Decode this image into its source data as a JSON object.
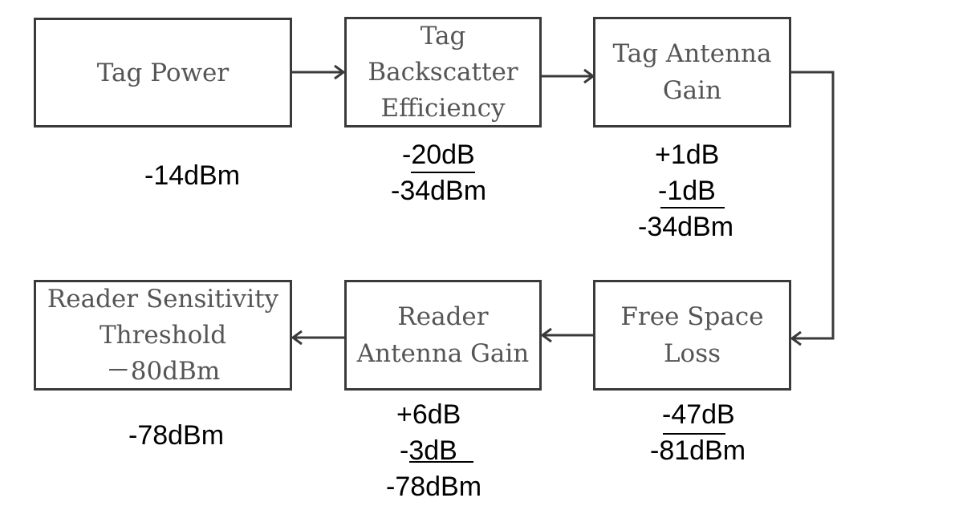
{
  "boxes": {
    "tag_power": {
      "lines": [
        "Tag Power"
      ]
    },
    "tag_backscatter": {
      "lines": [
        "Tag",
        "Backscatter",
        "Efficiency"
      ]
    },
    "tag_antenna": {
      "lines": [
        "Tag Antenna",
        "Gain"
      ]
    },
    "free_space": {
      "lines": [
        "Free Space",
        "Loss"
      ]
    },
    "reader_antenna": {
      "lines": [
        "Reader",
        "Antenna Gain"
      ]
    },
    "reader_sensitivity": {
      "lines": [
        "Reader Sensitivity",
        "Threshold",
        "－80dBm"
      ]
    }
  },
  "notes": {
    "tag_power": [
      "-14dBm"
    ],
    "tag_backscatter": [
      "-20dB",
      "-34dBm"
    ],
    "tag_antenna": [
      "+1dB",
      "-1dB",
      "-34dBm"
    ],
    "free_space": [
      "-47dB",
      "-81dBm"
    ],
    "reader_antenna": [
      "+6dB",
      "-3dB",
      "-78dBm"
    ],
    "reader_sensitivity": [
      "-78dBm"
    ]
  },
  "colors": {
    "line": "#3a3a3a",
    "box_text": "#555555",
    "note_text": "#000000"
  }
}
